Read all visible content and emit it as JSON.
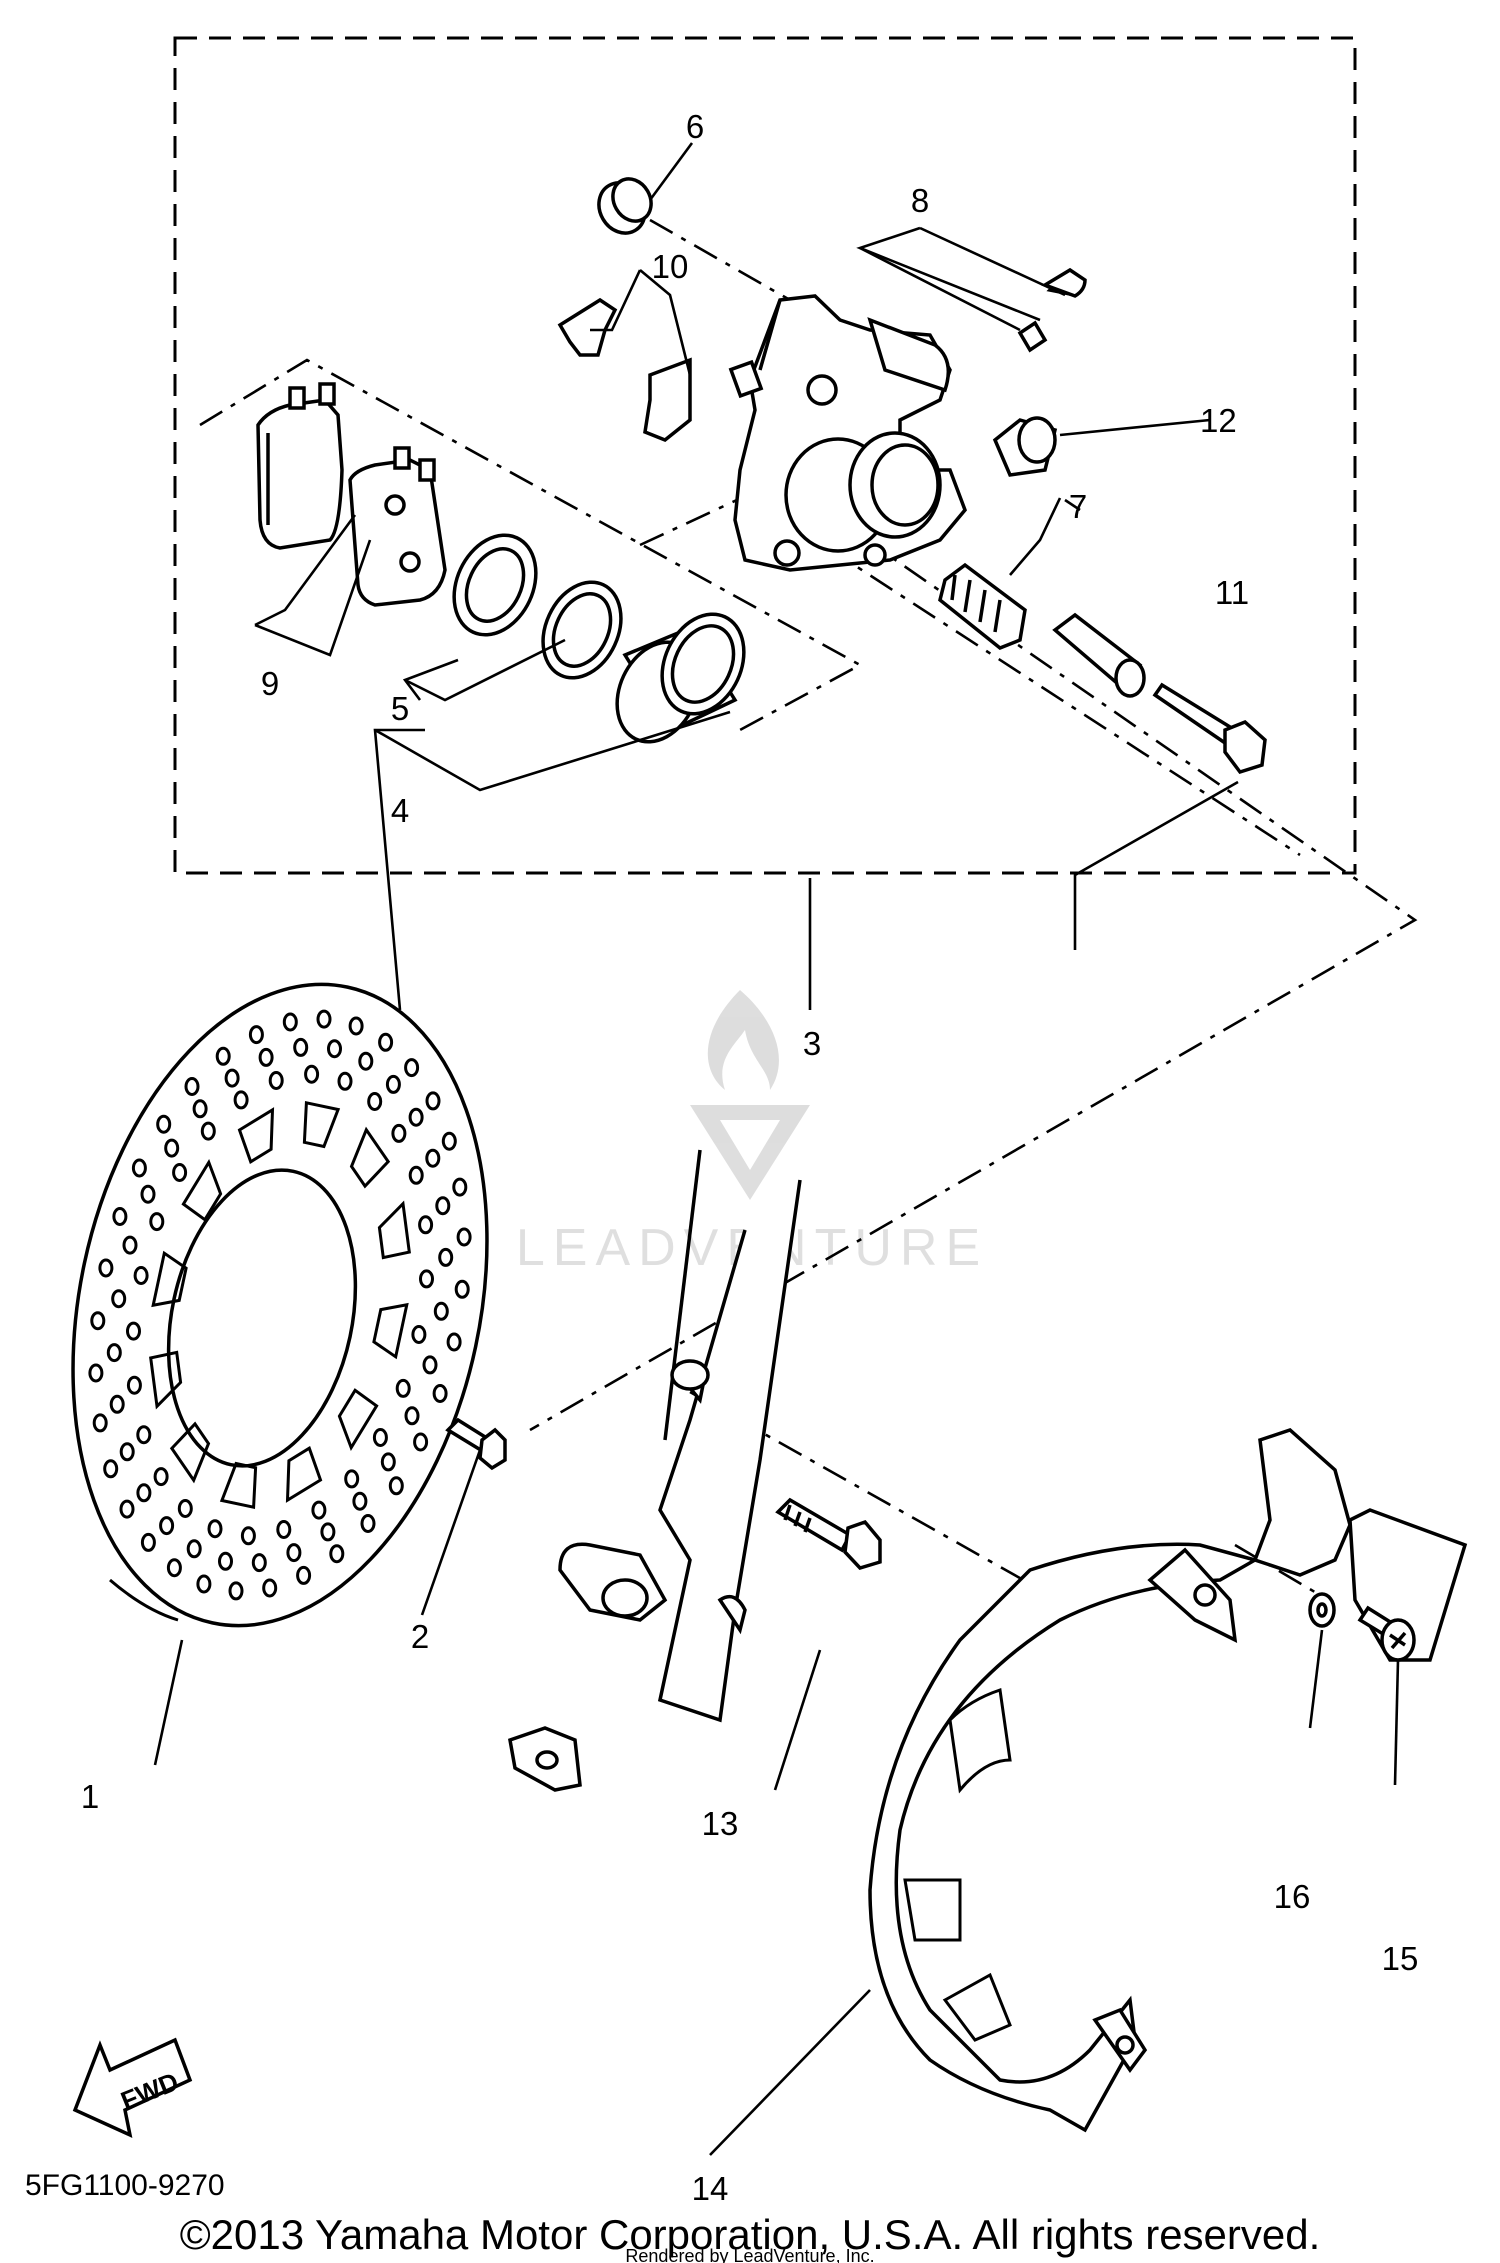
{
  "diagram": {
    "callouts": [
      "1",
      "2",
      "3",
      "4",
      "5",
      "6",
      "7",
      "8",
      "9",
      "10",
      "11",
      "12",
      "13",
      "14",
      "15",
      "16"
    ],
    "part_code": "5FG1100-9270",
    "fwd_label": "FWD",
    "watermark": "LEADVENTURE",
    "copyright": "©2013 Yamaha Motor Corporation, U.S.A. All rights reserved.",
    "rendered_by": "Rendered by LeadVenture, Inc."
  }
}
